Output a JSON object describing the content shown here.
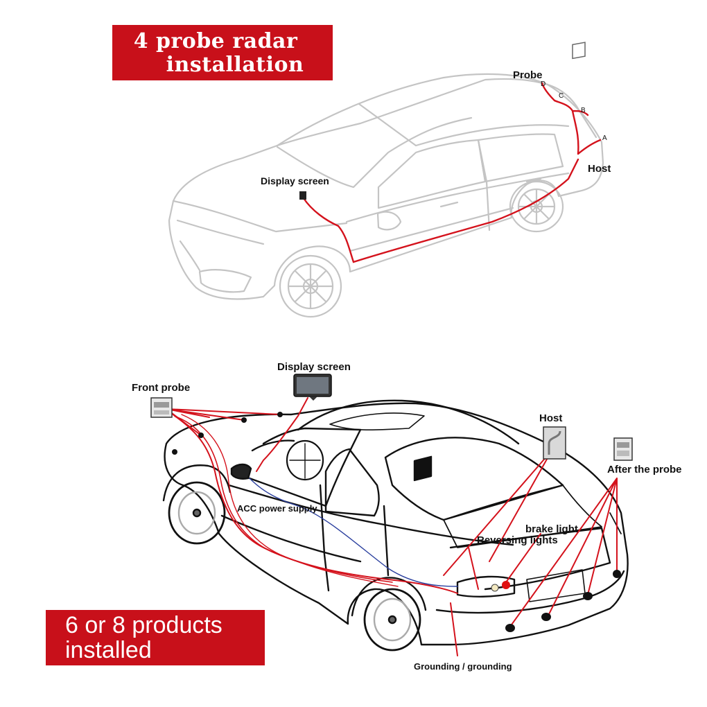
{
  "top_banner": {
    "line1": "4 probe radar",
    "line2": "installation",
    "bg_color": "#c8101a"
  },
  "bottom_banner": {
    "line1": "6 or 8 products",
    "line2": "installed",
    "bg_color": "#c8101a"
  },
  "top_diagram": {
    "labels": {
      "probe": "Probe",
      "display_screen": "Display screen",
      "host": "Host"
    },
    "probe_letters": [
      "D",
      "C",
      "B",
      "A"
    ],
    "wire_color": "#d4121c"
  },
  "bottom_diagram": {
    "labels": {
      "front_probe": "Front probe",
      "display_screen": "Display screen",
      "host": "Host",
      "after_probe": "After the probe",
      "acc_power": "ACC power supply",
      "brake_light": "brake light",
      "reversing_lights": "Reversing lights",
      "grounding": "Grounding / grounding"
    },
    "wire_color": "#d4121c"
  }
}
